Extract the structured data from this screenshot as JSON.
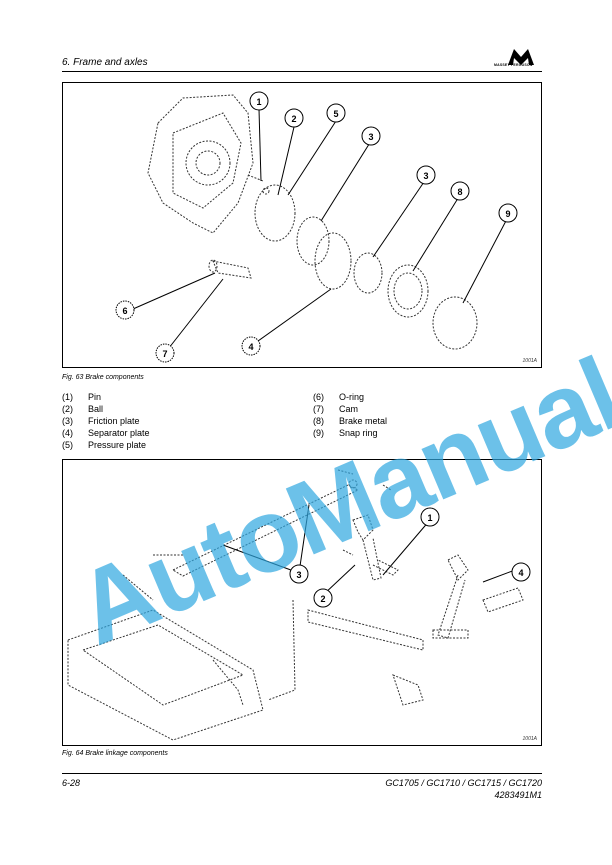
{
  "header": {
    "section_title": "6. Frame and axles",
    "logo_text": "MASSEY FERGUSON"
  },
  "figure63": {
    "caption": "Fig. 63  Brake components",
    "callouts": [
      "1",
      "2",
      "5",
      "3",
      "3",
      "8",
      "9",
      "6",
      "7",
      "4"
    ],
    "tag": "1001A"
  },
  "legend": {
    "col1": [
      {
        "num": "(1)",
        "label": "Pin"
      },
      {
        "num": "(2)",
        "label": "Ball"
      },
      {
        "num": "(3)",
        "label": "Friction plate"
      },
      {
        "num": "(4)",
        "label": "Separator plate"
      },
      {
        "num": "(5)",
        "label": "Pressure plate"
      }
    ],
    "col2": [
      {
        "num": "(6)",
        "label": "O-ring"
      },
      {
        "num": "(7)",
        "label": "Cam"
      },
      {
        "num": "(8)",
        "label": "Brake metal"
      },
      {
        "num": "(9)",
        "label": "Snap ring"
      }
    ]
  },
  "figure64": {
    "caption": "Fig. 64  Brake linkage components",
    "callouts": [
      "1",
      "2",
      "3",
      "4"
    ],
    "tag": "1001A"
  },
  "footer": {
    "page_number": "6-28",
    "models": "GC1705 / GC1710 / GC1715 / GC1720",
    "part_number": "4283491M1"
  },
  "watermark": "AutoManual"
}
